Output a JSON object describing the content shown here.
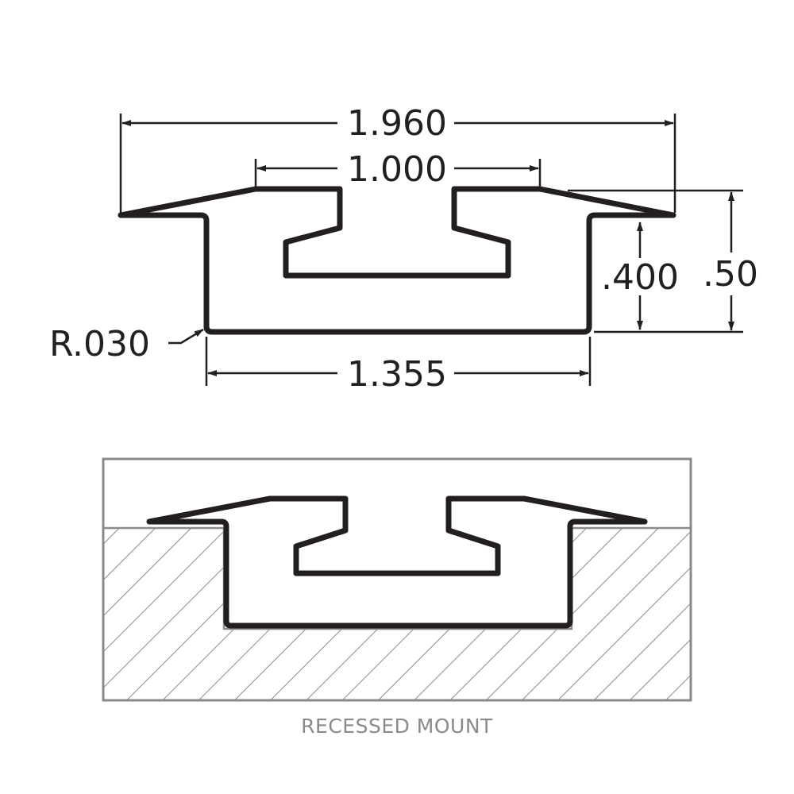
{
  "dimensions": {
    "overall_width": "1.960",
    "slot_width": "1.000",
    "base_width": "1.355",
    "body_height": ".400",
    "overall_height": ".50",
    "corner_radius": "R.030"
  },
  "caption": "RECESSED MOUNT",
  "colors": {
    "profile": "#231f20",
    "mount": "#8a8a8a"
  }
}
